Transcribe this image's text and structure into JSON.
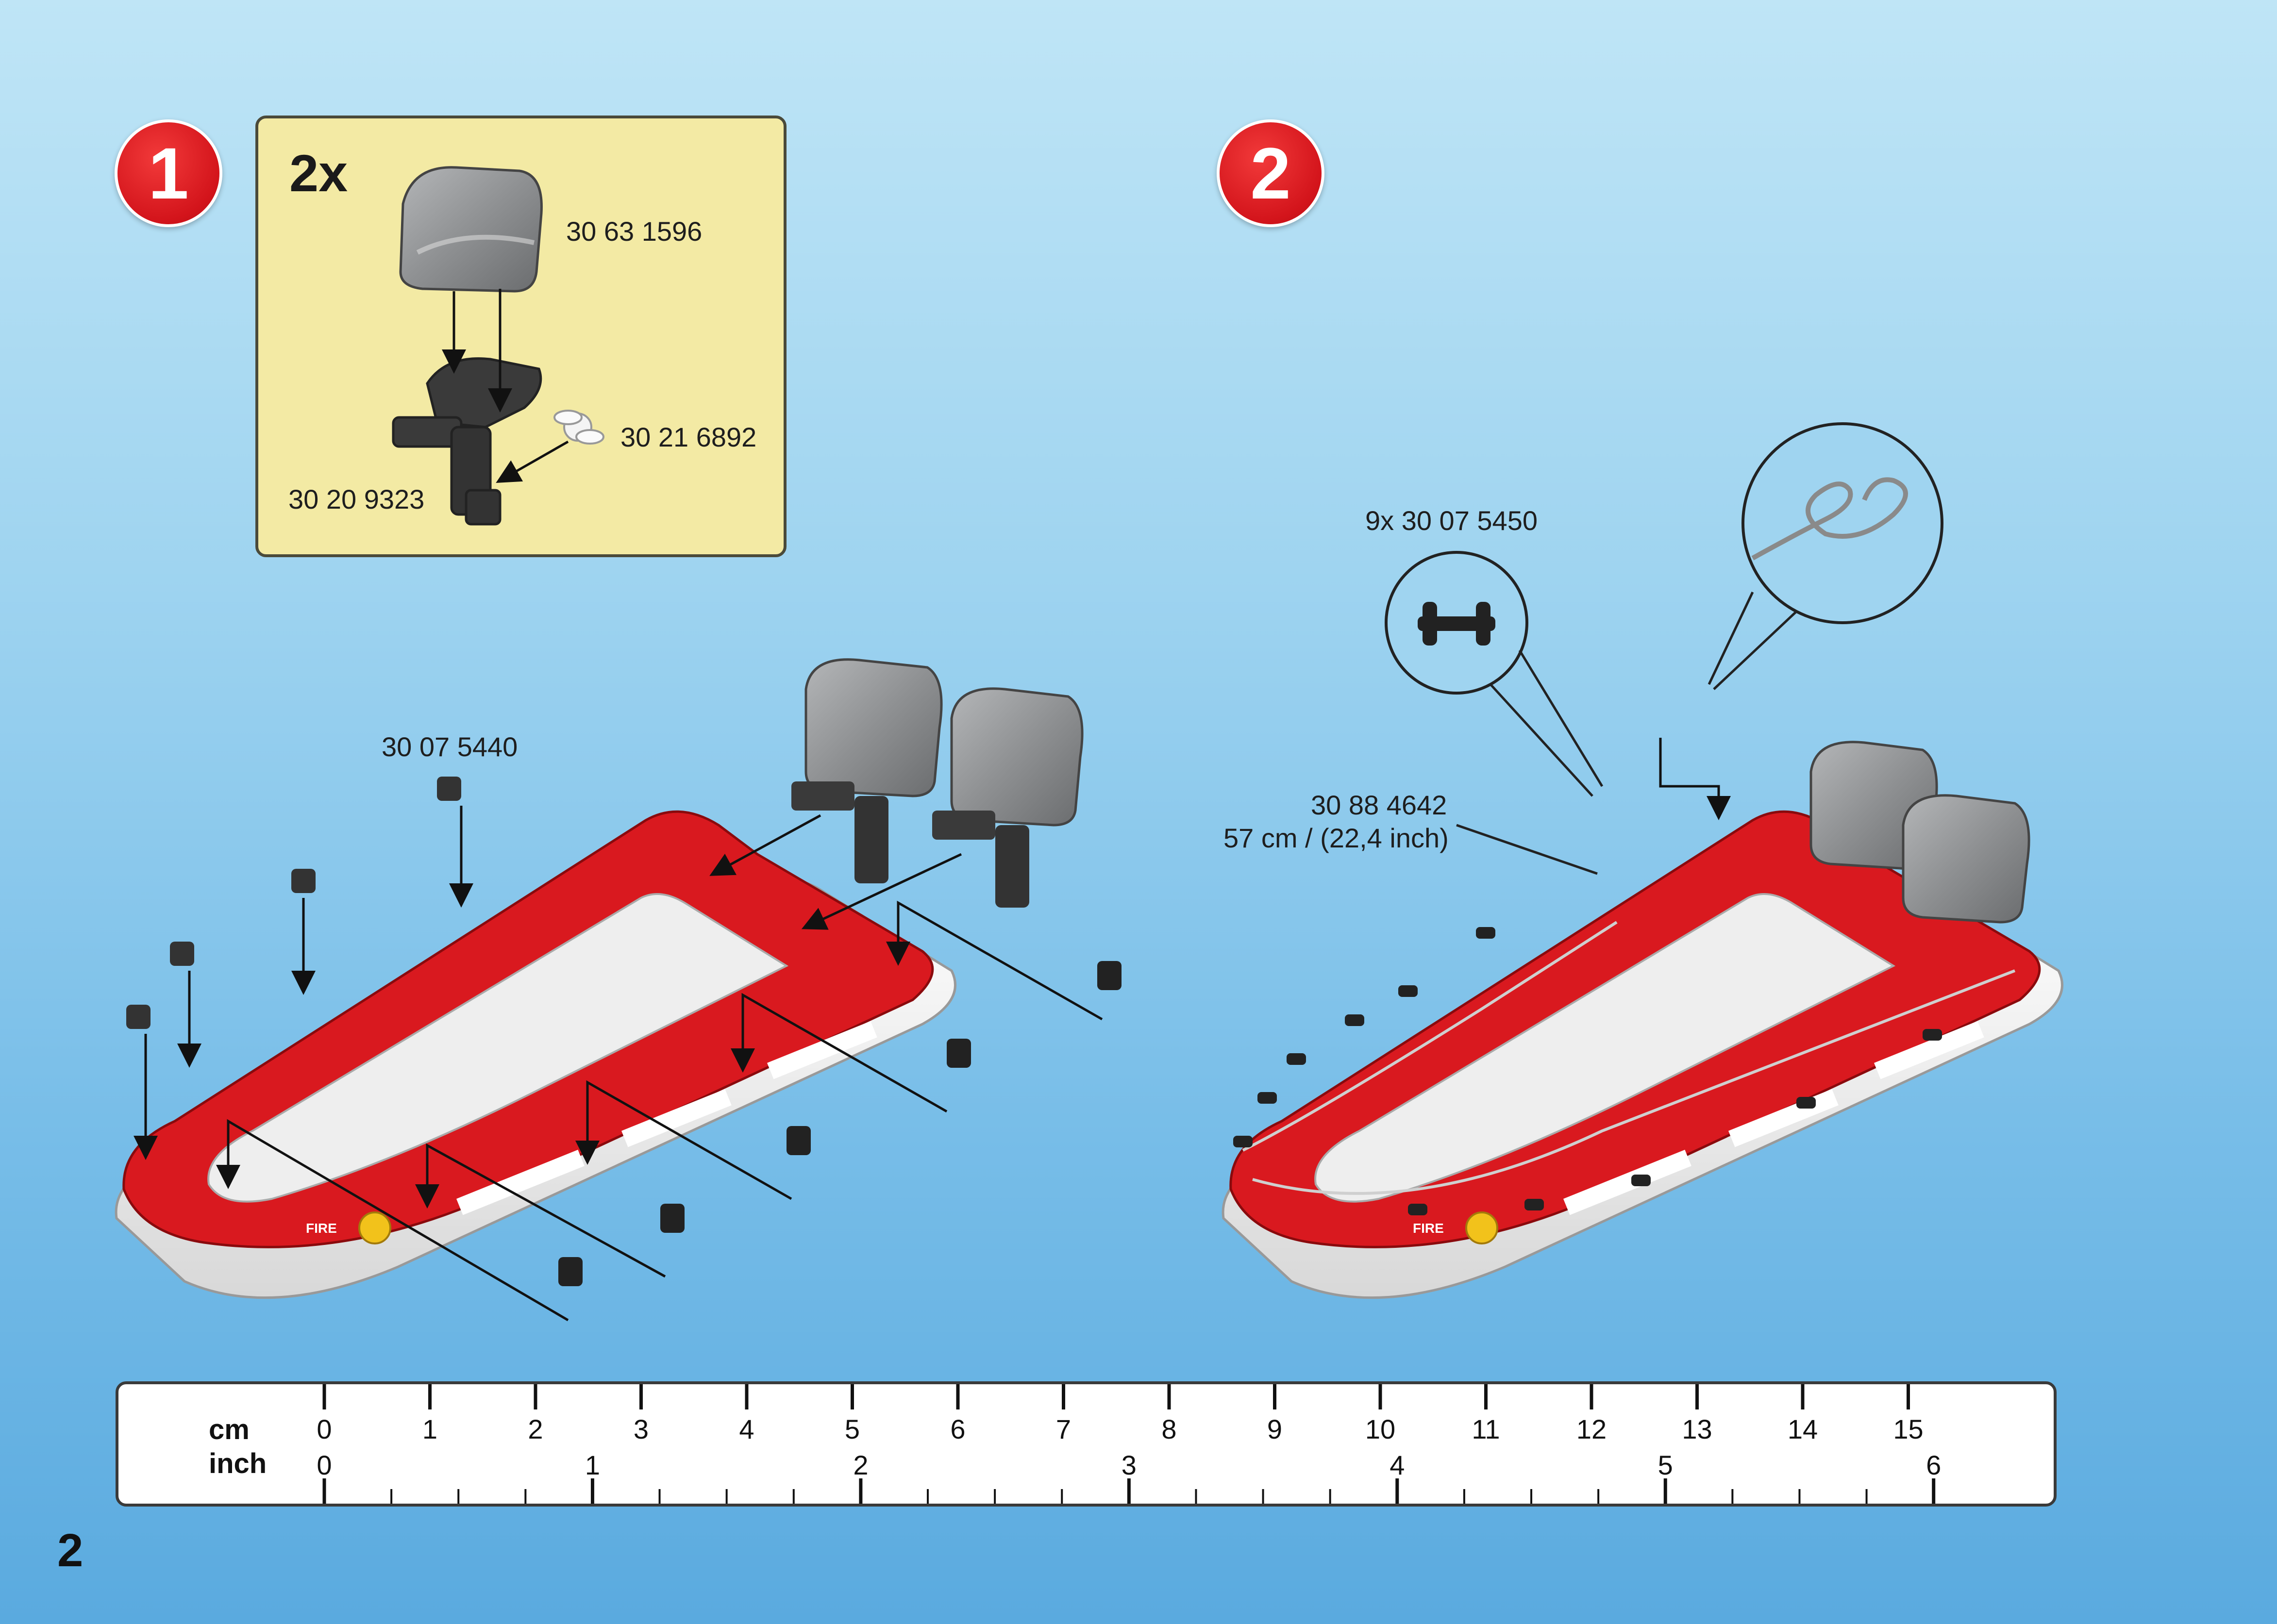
{
  "steps": [
    {
      "number": "1"
    },
    {
      "number": "2"
    }
  ],
  "step1": {
    "inset": {
      "quantity": "2x",
      "parts": {
        "cover": "30 63 1596",
        "propeller": "30 21 6892",
        "motor_base": "30 20 9323"
      }
    },
    "clip_part": "30 07 5440"
  },
  "step2": {
    "rope_stopper": "9x 30 07 5450",
    "rope_part": "30 88 4642",
    "rope_length": "57 cm / (22,4 inch)"
  },
  "ruler": {
    "cm_label": "cm",
    "inch_label": "inch",
    "cm_marks": [
      "0",
      "1",
      "2",
      "3",
      "4",
      "5",
      "6",
      "7",
      "8",
      "9",
      "10",
      "11",
      "12",
      "13",
      "14",
      "15"
    ],
    "inch_marks": [
      "0",
      "1",
      "2",
      "3",
      "4",
      "5",
      "6"
    ]
  },
  "page_number": "2",
  "boat_text": [
    "FIRE",
    "FIRE"
  ],
  "colors": {
    "step_red": "#d3141b",
    "inset_yellow": "#f3eaa4",
    "boat_red": "#d9191f",
    "motor_grey": "#8d8f91"
  }
}
